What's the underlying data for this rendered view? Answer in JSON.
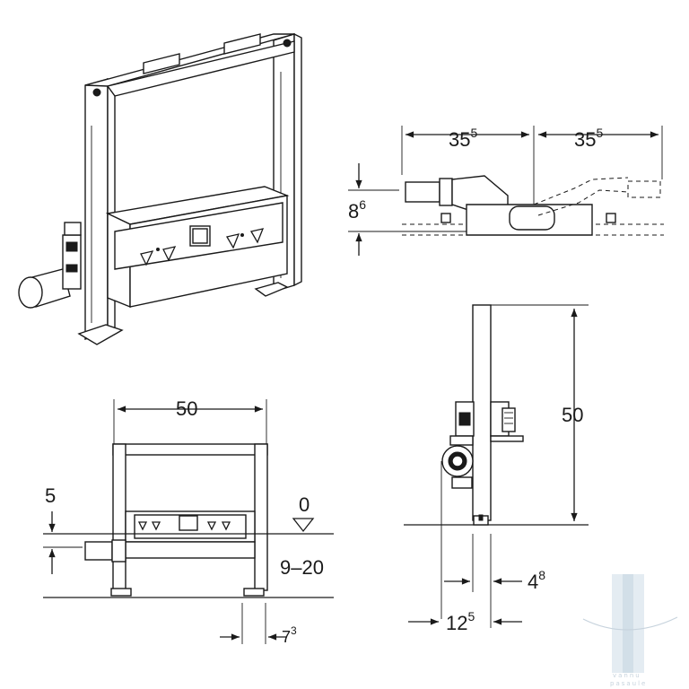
{
  "dimensions": {
    "top_right": {
      "width_left_main": "35",
      "width_left_sup": "5",
      "width_right_main": "35",
      "width_right_sup": "5",
      "height_main": "8",
      "height_sup": "6"
    },
    "front": {
      "width": "50",
      "height_left": "5",
      "level": "0",
      "range": "9–20",
      "offset_main": "7",
      "offset_sup": "3"
    },
    "side": {
      "height": "50",
      "depth_small_main": "4",
      "depth_small_sup": "8",
      "depth_main": "12",
      "depth_sup": "5"
    }
  },
  "watermark": {
    "line1": "vannu",
    "line2": "pasaule",
    "color": "#c7d3dd"
  }
}
